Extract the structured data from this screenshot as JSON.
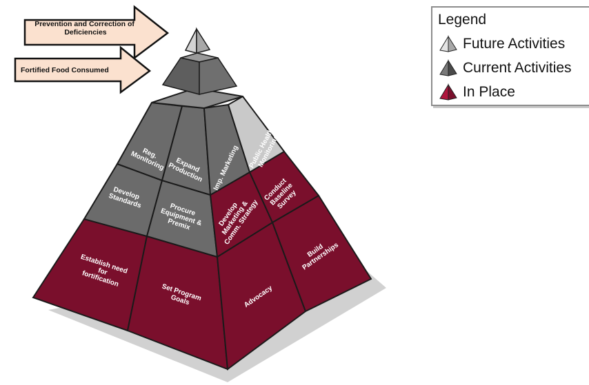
{
  "arrows": {
    "top": "Prevention and Correction of Deficiencies",
    "bottom": "Fortified Food Consumed"
  },
  "legend": {
    "title": "Legend",
    "items": [
      {
        "label": "Future Activities",
        "color": "#cfcfcf"
      },
      {
        "label": "Current Activities",
        "color": "#6e6e6e"
      },
      {
        "label": "In Place",
        "color": "#8a1330"
      }
    ]
  },
  "pyramid": {
    "colors": {
      "in_place": "#7a0f2c",
      "current": "#6b6b6b",
      "future": "#c9c9c9"
    },
    "blocks": {
      "establish_need": "Establish need for fortification",
      "set_program_goals": "Set Program Goals",
      "advocacy": "Advocacy",
      "build_partnerships": "Build Partnerships",
      "develop_standards": "Develop Standards",
      "procure_equipment": "Procure Equipment & Premix",
      "develop_marketing": "Develop Marketing & Comm. Strategy",
      "conduct_baseline": "Conduct Baseline Survey",
      "reg_monitoring": "Reg. Monitoring",
      "expand_production": "Expand Production",
      "imp_marketing": "Imp. Marketing",
      "public_health_monitoring": "Public Health Monitoring"
    }
  }
}
